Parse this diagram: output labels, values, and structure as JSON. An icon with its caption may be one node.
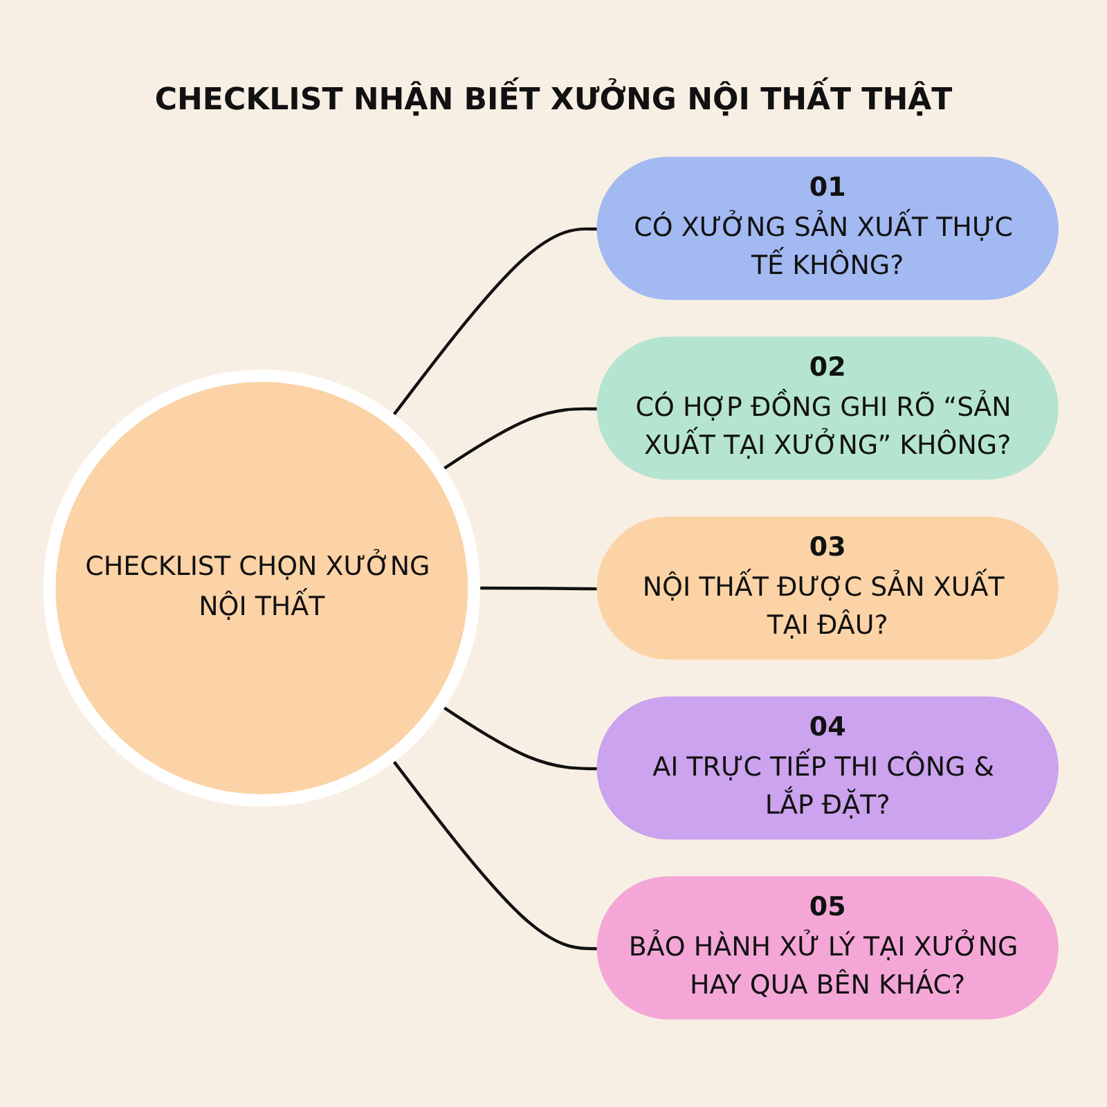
{
  "diagram": {
    "title": "CHECKLIST NHẬN BIẾT XƯỞNG NỘI THẤT THẬT",
    "nodes": [
      {
        "text": [
          "CHECKLIST CHỌN XƯỞNG NỘI THẤT"
        ]
      },
      {
        "text": [
          "01",
          "CÓ XƯỞNG SẢN XUẤT THỰC TẾ KHÔNG?"
        ]
      },
      {
        "text": [
          "02",
          "CÓ HỢP ĐỒNG GHI RÕ “SẢN XUẤT TẠI XƯỞNG” KHÔNG?"
        ]
      },
      {
        "text": [
          "03",
          "NỘI THẤT ĐƯỢC SẢN XUẤT TẠI ĐÂU?"
        ]
      },
      {
        "text": [
          "04",
          "AI TRỰC TIẾP THI CÔNG & LẮP ĐẶT?"
        ]
      },
      {
        "text": [
          "05",
          "BẢO HÀNH XỬ LÝ TẠI XƯỞNG HAY QUA BÊN KHÁC?"
        ]
      }
    ],
    "edges": [
      {
        "from": 0,
        "to": 1,
        "arrow": "none"
      },
      {
        "from": 0,
        "to": 2,
        "arrow": "none"
      },
      {
        "from": 0,
        "to": 3,
        "arrow": "none"
      },
      {
        "from": 0,
        "to": 4,
        "arrow": "none"
      },
      {
        "from": 0,
        "to": 5,
        "arrow": "none"
      }
    ]
  }
}
